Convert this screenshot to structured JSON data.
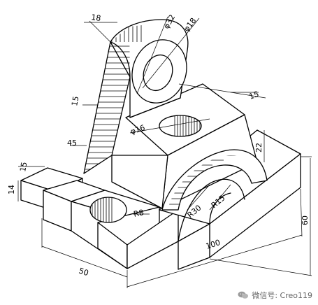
{
  "dimensions": {
    "d18_top": "18",
    "phi32": "φ32",
    "phi18": "φ18",
    "d15_left": "15",
    "d15_right": "15",
    "phi16": "φ16",
    "d45": "45",
    "d22": "22",
    "d15_base": "15",
    "d14": "14",
    "r8": "R8",
    "r30": "R30",
    "r15": "R15",
    "d100": "100",
    "d50": "50",
    "d60": "60"
  },
  "watermark": {
    "text": "微信号: Creo119",
    "icon": "wechat-icon"
  }
}
